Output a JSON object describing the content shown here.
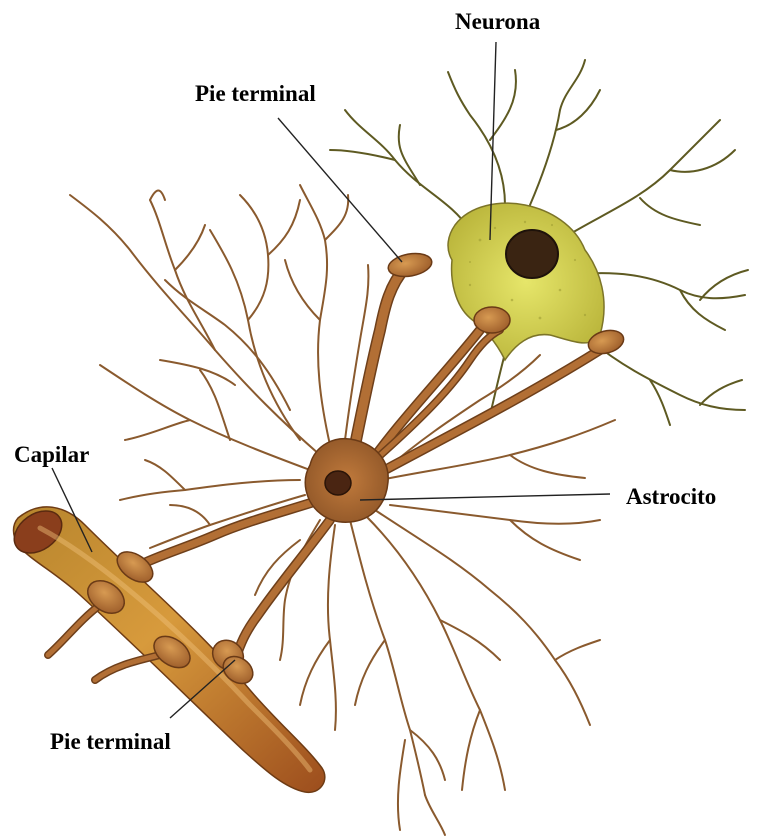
{
  "labels": {
    "neurona": "Neurona",
    "pie_terminal_top": "Pie terminal",
    "capilar": "Capilar",
    "astrocito": "Astrocito",
    "pie_terminal_bottom": "Pie terminal"
  },
  "colors": {
    "neuron_body": "#cfcf4a",
    "astrocyte_process": "#a86a34",
    "capillary": "#c9802e",
    "nucleus": "#3a2412"
  }
}
